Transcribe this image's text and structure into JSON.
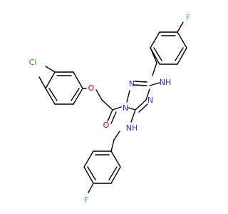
{
  "molecule": {
    "labels": {
      "chlorine": "Cl",
      "fluorine_top": "F",
      "fluorine_bottom": "F",
      "ether_oxygen": "O",
      "carbonyl_oxygen": "O",
      "ring_n1": "N",
      "ring_n2": "N",
      "ring_n4": "N",
      "amine_top": "NH",
      "amine_bottom": "NH"
    },
    "colors": {
      "bond": "#000000",
      "chlorine": "#1fb01f",
      "fluorine": "#33b6b6",
      "oxygen": "#e00000",
      "nitrogen": "#2e2ee6"
    }
  }
}
